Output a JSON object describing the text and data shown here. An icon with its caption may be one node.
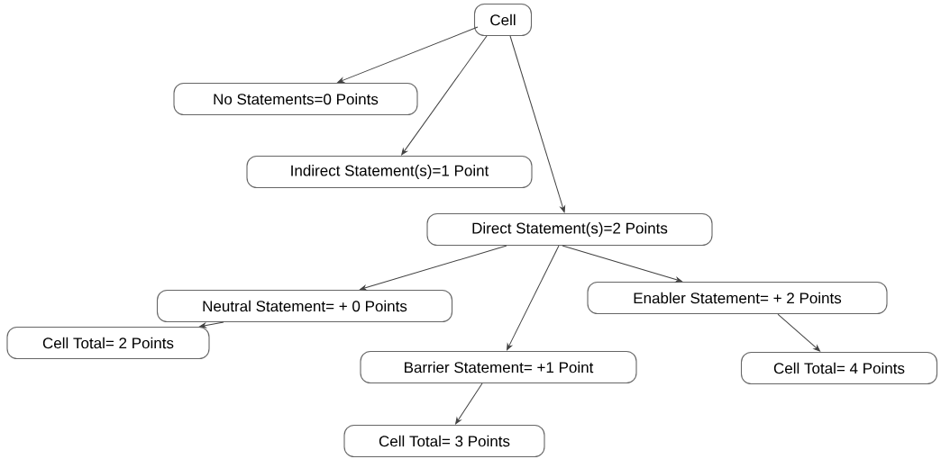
{
  "diagram": {
    "nodes": [
      {
        "text": [
          "Cell"
        ]
      },
      {
        "text": [
          "No Statements=0 Points"
        ]
      },
      {
        "text": [
          "Indirect Statement(s)=1 Point"
        ]
      },
      {
        "text": [
          "Direct Statement(s)=2 Points"
        ]
      },
      {
        "text": [
          "Neutral Statement= + 0 Points"
        ]
      },
      {
        "text": [
          "Enabler Statement= + 2 Points"
        ]
      },
      {
        "text": [
          "Cell Total= 2 Points"
        ]
      },
      {
        "text": [
          "Barrier Statement= +1 Point"
        ]
      },
      {
        "text": [
          "Cell Total= 4 Points"
        ]
      },
      {
        "text": [
          "Cell Total= 3 Points"
        ]
      }
    ],
    "edges": [
      {
        "from": 0,
        "to": 1,
        "arrow": "to"
      },
      {
        "from": 0,
        "to": 2,
        "arrow": "to"
      },
      {
        "from": 0,
        "to": 3,
        "arrow": "to"
      },
      {
        "from": 3,
        "to": 4,
        "arrow": "to"
      },
      {
        "from": 3,
        "to": 7,
        "arrow": "to"
      },
      {
        "from": 3,
        "to": 5,
        "arrow": "to"
      },
      {
        "from": 4,
        "to": 6,
        "arrow": "to"
      },
      {
        "from": 5,
        "to": 8,
        "arrow": "to"
      },
      {
        "from": 7,
        "to": 9,
        "arrow": "to"
      }
    ]
  }
}
